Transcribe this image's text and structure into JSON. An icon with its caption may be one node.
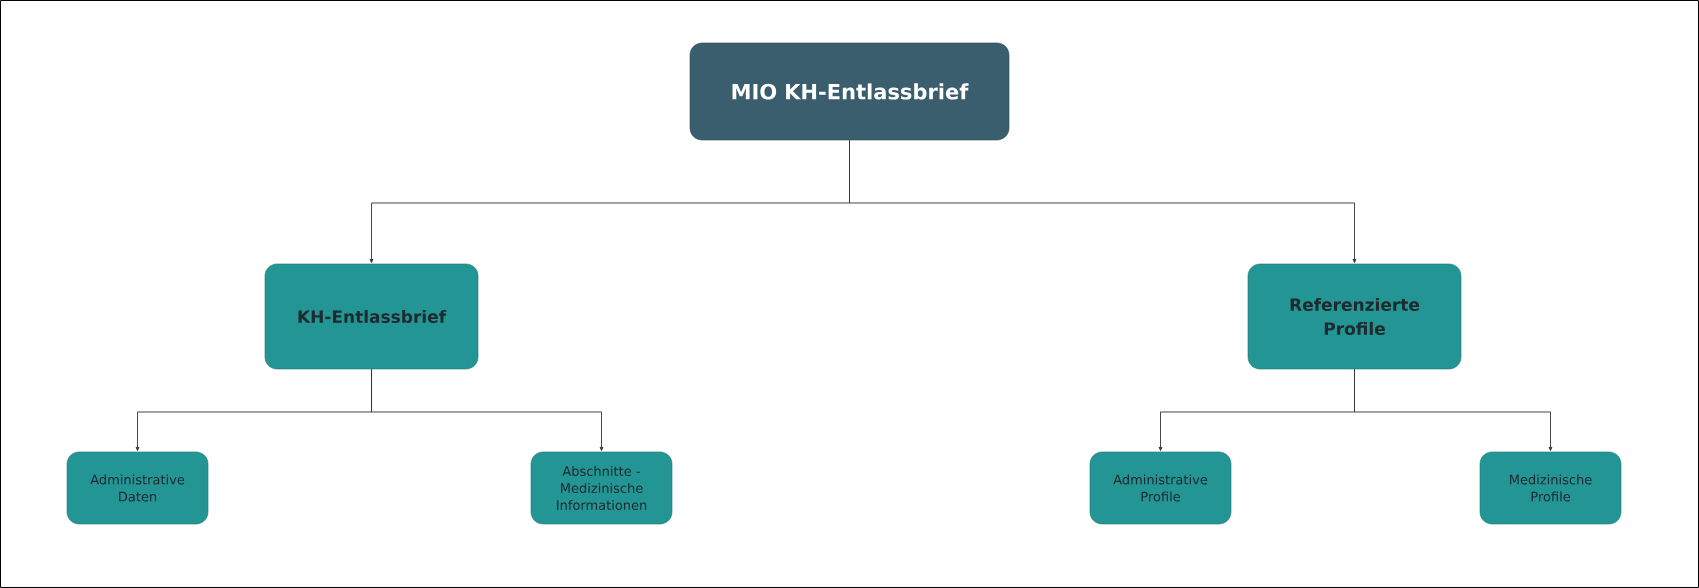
{
  "diagram": {
    "nodes": [
      {
        "text": [
          "MIO KH-Entlassbrief"
        ]
      },
      {
        "text": [
          "KH-Entlassbrief"
        ]
      },
      {
        "text": [
          "Referenzierte Profile"
        ]
      },
      {
        "text": [
          "Administrative Daten"
        ]
      },
      {
        "text": [
          "Abschnitte - Medizinische Informationen"
        ]
      },
      {
        "text": [
          "Administrative Profile"
        ]
      },
      {
        "text": [
          "Medizinische Profile"
        ]
      }
    ],
    "edges": [
      {
        "from": 0,
        "to": 1,
        "arrow": "to"
      },
      {
        "from": 0,
        "to": 2,
        "arrow": "to"
      },
      {
        "from": 1,
        "to": 3,
        "arrow": "to"
      },
      {
        "from": 1,
        "to": 4,
        "arrow": "to"
      },
      {
        "from": 2,
        "to": 5,
        "arrow": "to"
      },
      {
        "from": 2,
        "to": 6,
        "arrow": "to"
      }
    ]
  }
}
